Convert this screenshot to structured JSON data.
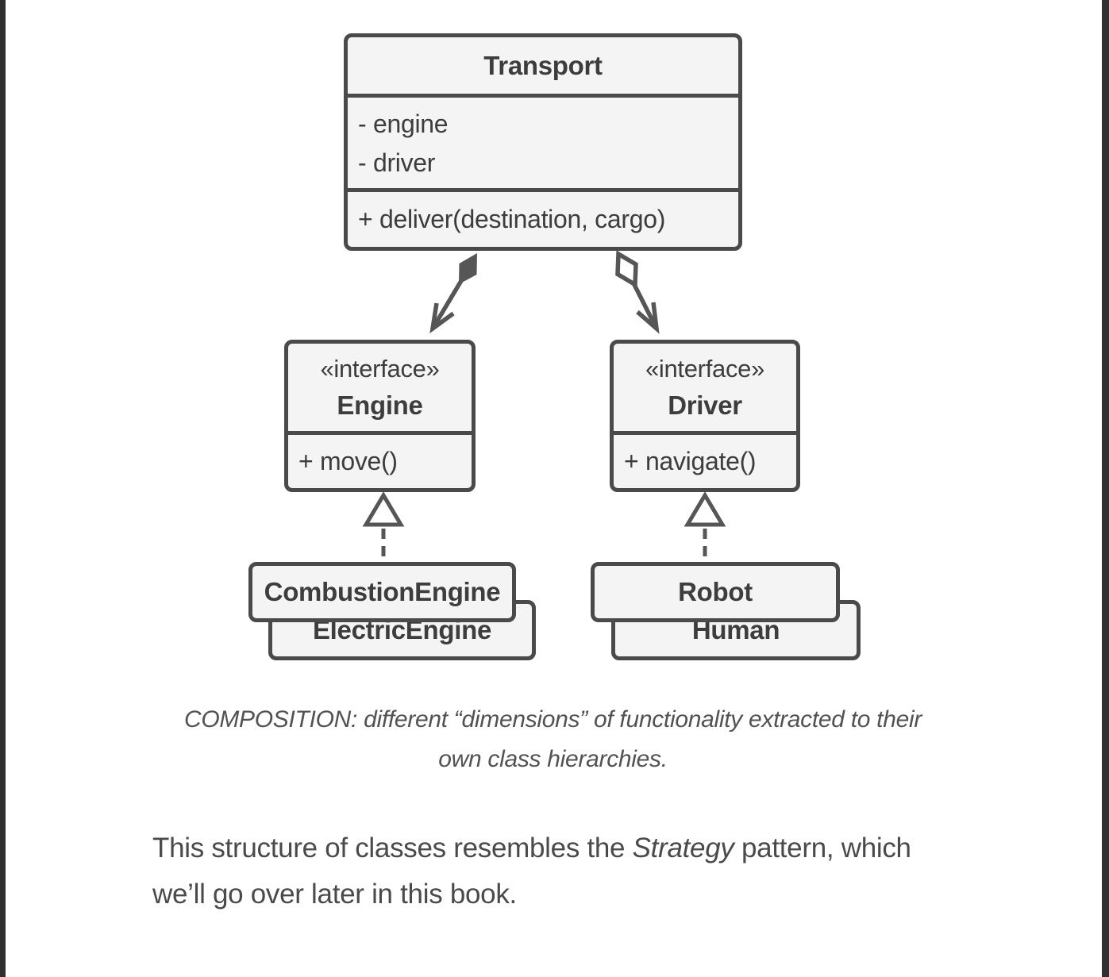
{
  "colors": {
    "box_border": "#4a4a4a",
    "box_fill": "#f4f4f4",
    "connector": "#565656",
    "diagram_text": "#3d3d3d",
    "caption_text": "#525252",
    "body_text": "#4a4a4a",
    "edge_strip": "#303030",
    "page_bg": "#ffffff"
  },
  "diagram": {
    "transport": {
      "title": "Transport",
      "attr1": "- engine",
      "attr2": "- driver",
      "method": "+ deliver(destination, cargo)"
    },
    "engine": {
      "stereotype": "«interface»",
      "name": "Engine",
      "method": "+ move()"
    },
    "driver": {
      "stereotype": "«interface»",
      "name": "Driver",
      "method": "+ navigate()"
    },
    "combustion_engine": "CombustionEngine",
    "electric_engine": "ElectricEngine",
    "robot": "Robot",
    "human": "Human"
  },
  "caption": {
    "line1": "COMPOSITION: different “dimensions” of functionality extracted to their",
    "line2": "own class hierarchies."
  },
  "body": {
    "line1_prefix": "This structure of classes resembles the ",
    "line1_italic": "Strategy",
    "line1_suffix": " pattern, which",
    "line2": "we’ll go over later in this book."
  }
}
